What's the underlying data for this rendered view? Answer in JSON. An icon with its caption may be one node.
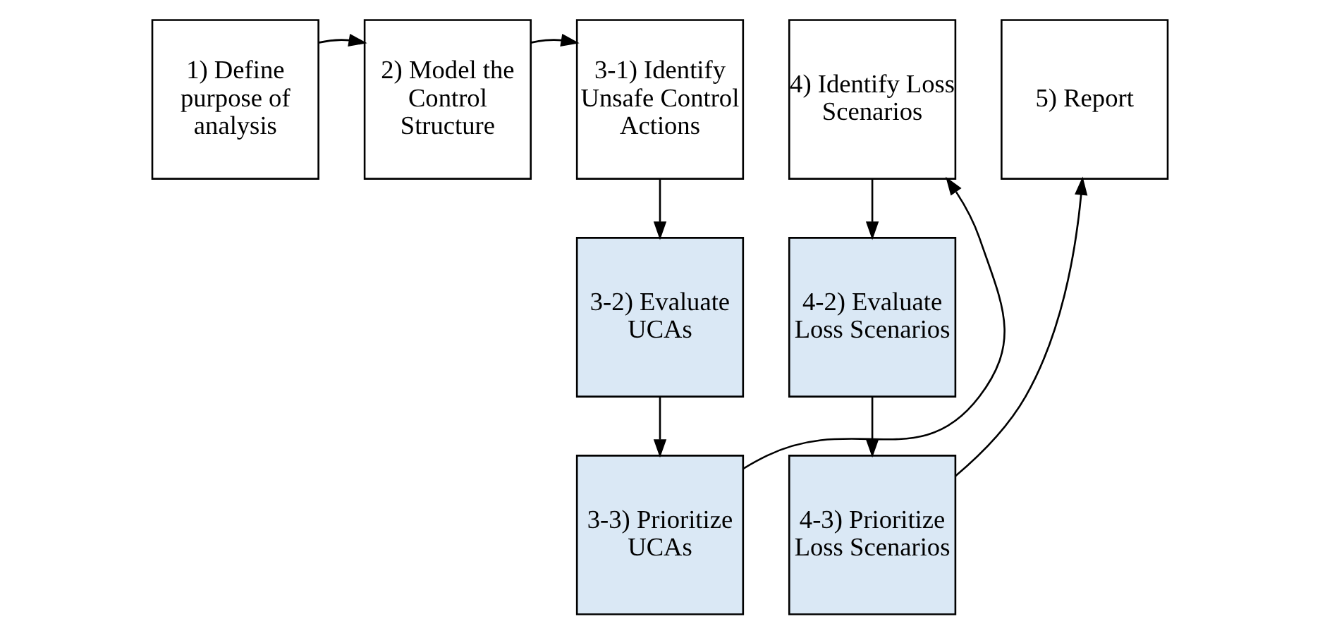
{
  "diagram": {
    "nodes": [
      {
        "text": [
          "1) Define purpose of analysis"
        ]
      },
      {
        "text": [
          "2) Model the Control Structure"
        ]
      },
      {
        "text": [
          "3-1) Identify Unsafe Control Actions"
        ]
      },
      {
        "text": [
          "4) Identify Loss Scenarios"
        ]
      },
      {
        "text": [
          "5) Report"
        ]
      },
      {
        "text": [
          "3-2) Evaluate UCAs"
        ]
      },
      {
        "text": [
          "3-3) Prioritize UCAs"
        ]
      },
      {
        "text": [
          "4-2) Evaluate Loss Scenarios"
        ]
      },
      {
        "text": [
          "4-3) Prioritize Loss Scenarios"
        ]
      }
    ],
    "edges": [
      {
        "from": 0,
        "to": 1,
        "arrow": "to"
      },
      {
        "from": 1,
        "to": 2,
        "arrow": "to"
      },
      {
        "from": 2,
        "to": 5,
        "arrow": "to"
      },
      {
        "from": 5,
        "to": 6,
        "arrow": "to"
      },
      {
        "from": 6,
        "to": 3,
        "arrow": "to"
      },
      {
        "from": 3,
        "to": 7,
        "arrow": "to"
      },
      {
        "from": 7,
        "to": 8,
        "arrow": "to"
      },
      {
        "from": 8,
        "to": 4,
        "arrow": "to"
      }
    ]
  }
}
